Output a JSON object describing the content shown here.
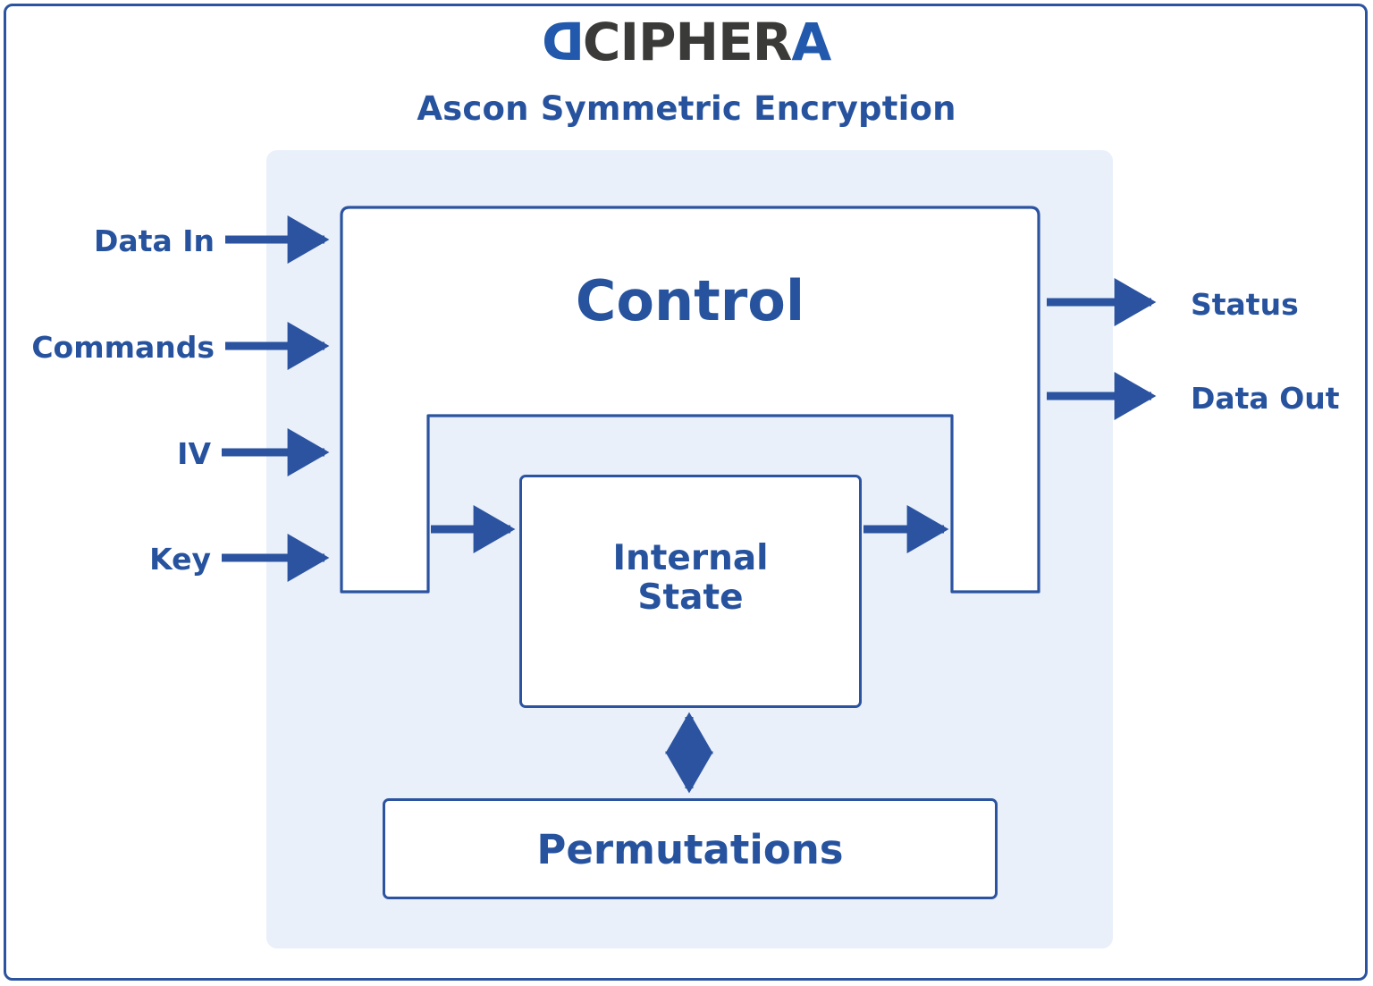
{
  "brand": {
    "mark_glyph": "D",
    "name_dark": "CIPHER",
    "name_accent": "A"
  },
  "title": "Ascon Symmetric Encryption",
  "colors": {
    "brand_blue": "#2259ac",
    "brand_dark": "#3a3a38",
    "line_blue": "#2b53a0",
    "text_blue": "#27539e",
    "panel_bg": "#e9f0fa",
    "page_bg": "#ffffff"
  },
  "blocks": {
    "control": "Control",
    "internal_state": "Internal\nState",
    "permutations": "Permutations"
  },
  "inputs": [
    {
      "label": "Data In",
      "arrow": "arrow-right"
    },
    {
      "label": "Commands",
      "arrow": "arrow-right"
    },
    {
      "label": "IV",
      "arrow": "arrow-right"
    },
    {
      "label": "Key",
      "arrow": "arrow-right"
    }
  ],
  "outputs": [
    {
      "label": "Status",
      "arrow": "arrow-right"
    },
    {
      "label": "Data Out",
      "arrow": "arrow-right"
    }
  ],
  "connections": [
    {
      "from": "control",
      "to": "internal-state",
      "type": "arrow-right"
    },
    {
      "from": "internal-state",
      "to": "control",
      "type": "arrow-right"
    },
    {
      "from": "internal-state",
      "to": "permutations",
      "type": "arrow-double-vertical"
    }
  ]
}
